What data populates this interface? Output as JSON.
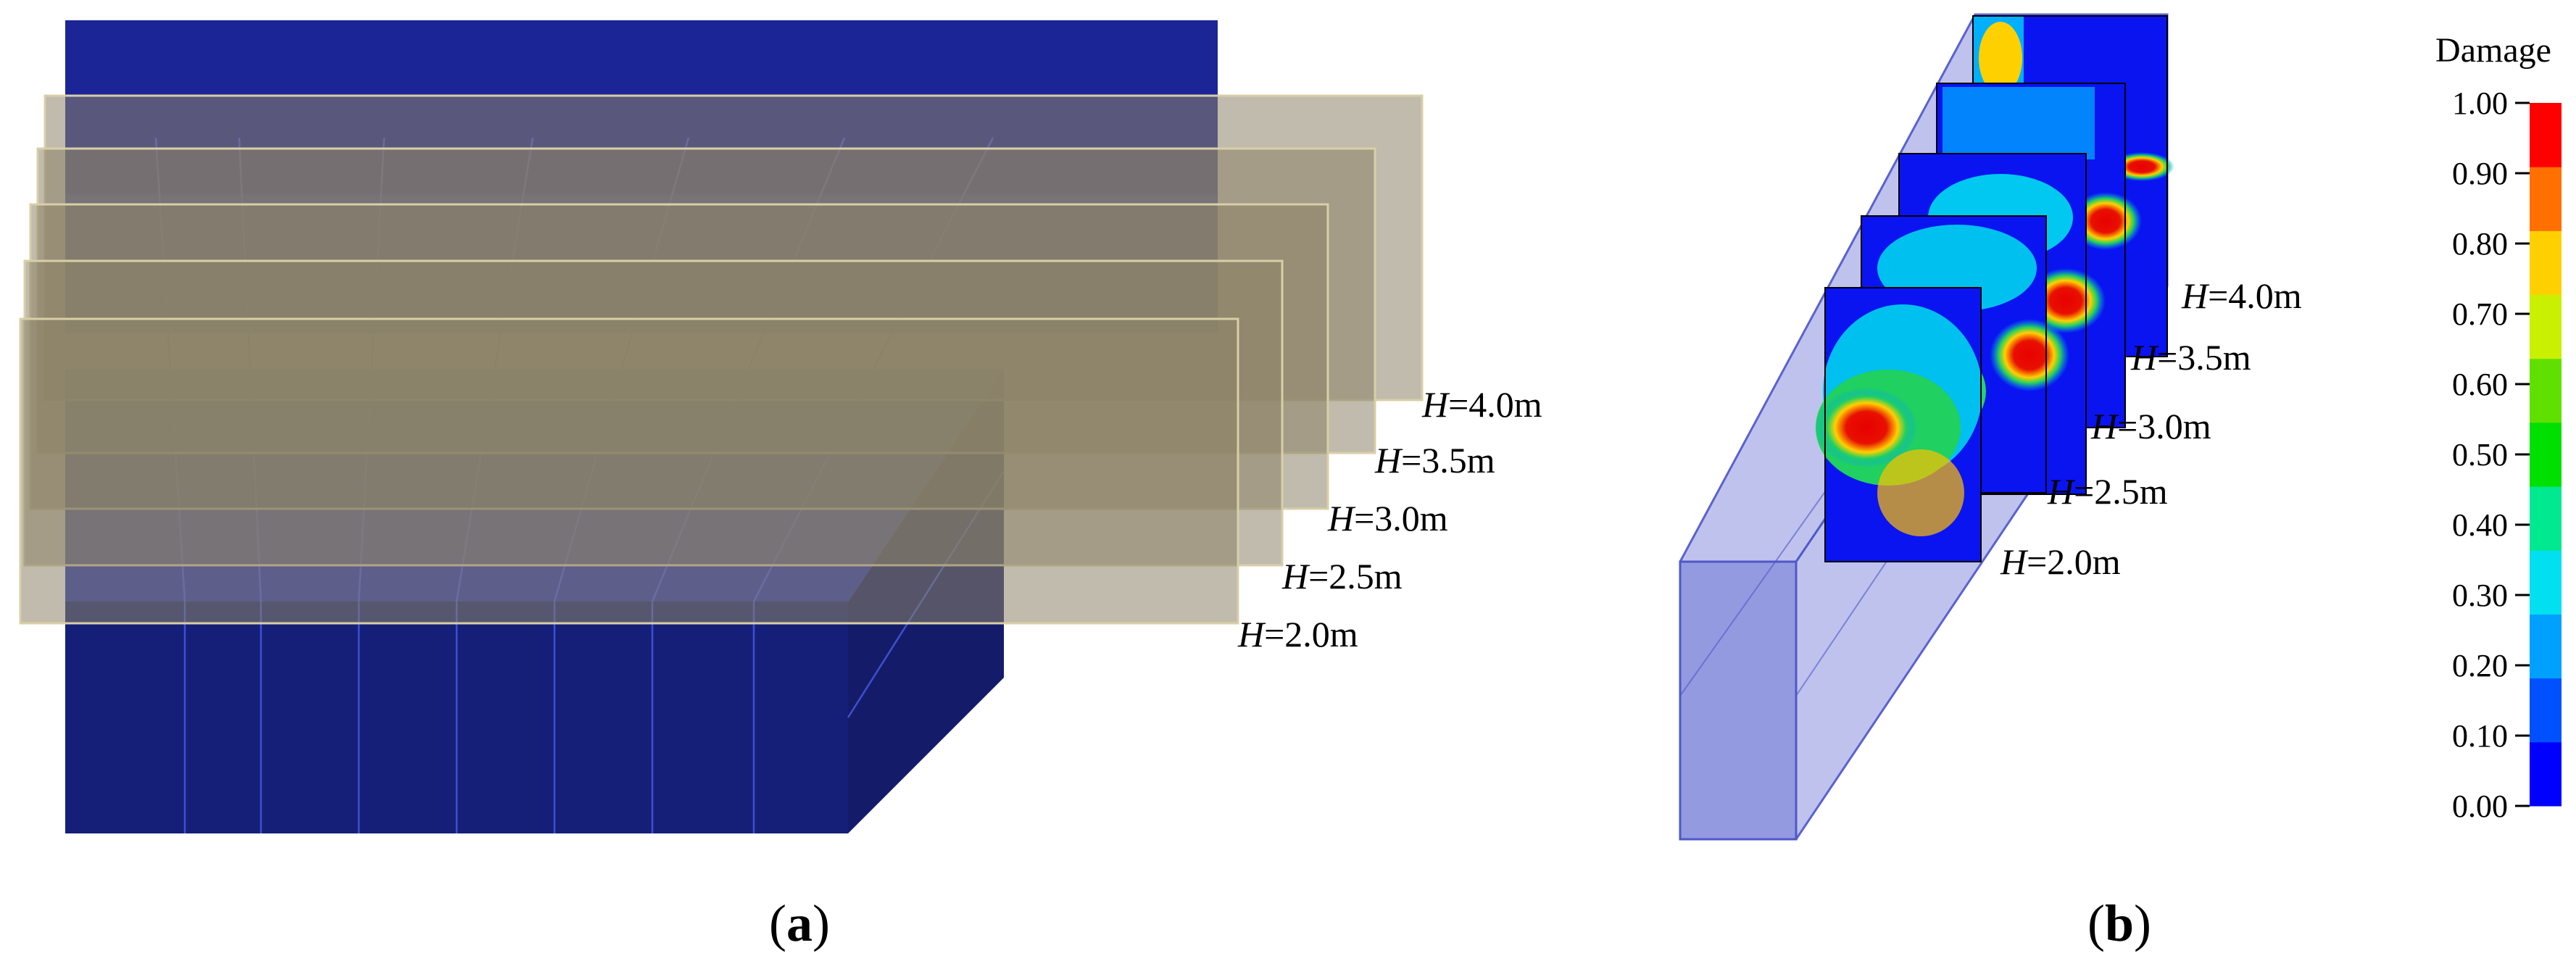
{
  "panel_a": {
    "caption": {
      "open": "(",
      "letter": "a",
      "close": ")"
    },
    "labels": [
      {
        "var": "H",
        "text": "=4.0m"
      },
      {
        "var": "H",
        "text": "=3.5m"
      },
      {
        "var": "H",
        "text": "=3.0m"
      },
      {
        "var": "H",
        "text": "=2.5m"
      },
      {
        "var": "H",
        "text": "=2.0m"
      }
    ],
    "colors": {
      "block_front": "#16207a",
      "block_top": "#2530a6",
      "block_side": "#101858",
      "plane": "#8c8467"
    }
  },
  "panel_b": {
    "caption": {
      "open": "(",
      "letter": "b",
      "close": ")"
    },
    "labels": [
      {
        "var": "H",
        "text": "=4.0m"
      },
      {
        "var": "H",
        "text": "=3.5m"
      },
      {
        "var": "H",
        "text": "=3.0m"
      },
      {
        "var": "H",
        "text": "=2.5m"
      },
      {
        "var": "H",
        "text": "=2.0m"
      }
    ],
    "legend": {
      "title": "Damage",
      "ticks": [
        "1.00",
        "0.90",
        "0.80",
        "0.70",
        "0.60",
        "0.50",
        "0.40",
        "0.30",
        "0.20",
        "0.10",
        "0.00"
      ],
      "colors": [
        "#0000ff",
        "#0050ff",
        "#00a0ff",
        "#00e0f0",
        "#00e890",
        "#00e000",
        "#60e000",
        "#c8f000",
        "#ffd000",
        "#ff7000",
        "#ff0000"
      ]
    }
  }
}
